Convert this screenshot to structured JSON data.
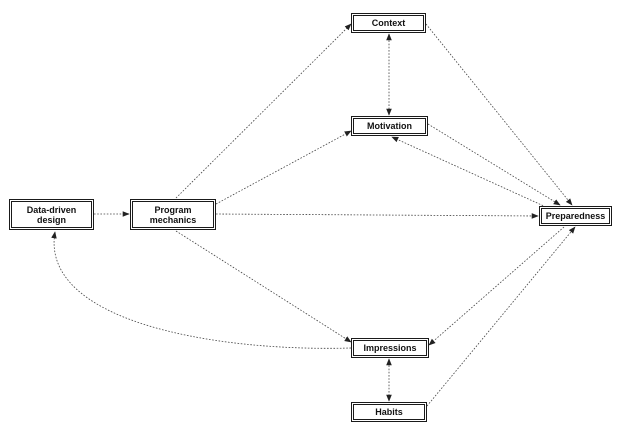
{
  "nodes": {
    "context": "Context",
    "motivation": "Motivation",
    "data_driven_design": "Data-driven\ndesign",
    "program_mechanics": "Program\nmechanics",
    "preparedness": "Preparedness",
    "impressions": "Impressions",
    "habits": "Habits"
  },
  "colors": {
    "line": "#444444",
    "box_border": "#1a1a1a",
    "text": "#111111"
  }
}
